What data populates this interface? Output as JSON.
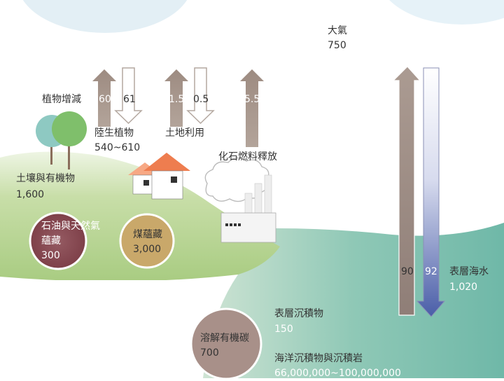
{
  "atmosphere": {
    "label": "大氣",
    "value": "750"
  },
  "flows": {
    "plant_change_label": "植物增減",
    "plant_up": "60",
    "plant_down": "61",
    "land_up": "1.5",
    "land_down": "0.5",
    "fossil_up": "5.5",
    "ocean_up": "90",
    "ocean_down": "92"
  },
  "land_plants": {
    "label": "陸生植物",
    "value": "540~610"
  },
  "land_use": {
    "label": "土地利用"
  },
  "fossil_release": {
    "label": "化石燃料釋放"
  },
  "soil": {
    "label": "土壤與有機物",
    "value": "1,600"
  },
  "oil_gas": {
    "label_line1": "石油與天然氣",
    "label_line2": "蘊藏",
    "value": "300"
  },
  "coal": {
    "label": "煤蘊藏",
    "value": "3,000"
  },
  "surface_ocean": {
    "label": "表層海水",
    "value": "1,020"
  },
  "surface_sediment": {
    "label": "表層沉積物",
    "value": "150"
  },
  "dissolved_carbon": {
    "label": "溶解有機碳",
    "value": "700"
  },
  "marine_sediment": {
    "label": "海洋沉積物與沉積岩",
    "value": "66,000,000~100,000,000"
  },
  "colors": {
    "arrow_up": "#a69489",
    "land": "#b7d48e",
    "ocean": "#7dbfb1",
    "ocean_arrow": "#4a5ea8",
    "oil_gas_circle": "#8b4b55",
    "coal_circle": "#c9a86a",
    "dissolved_circle": "#a89089",
    "roof": "#ee7d4f"
  }
}
